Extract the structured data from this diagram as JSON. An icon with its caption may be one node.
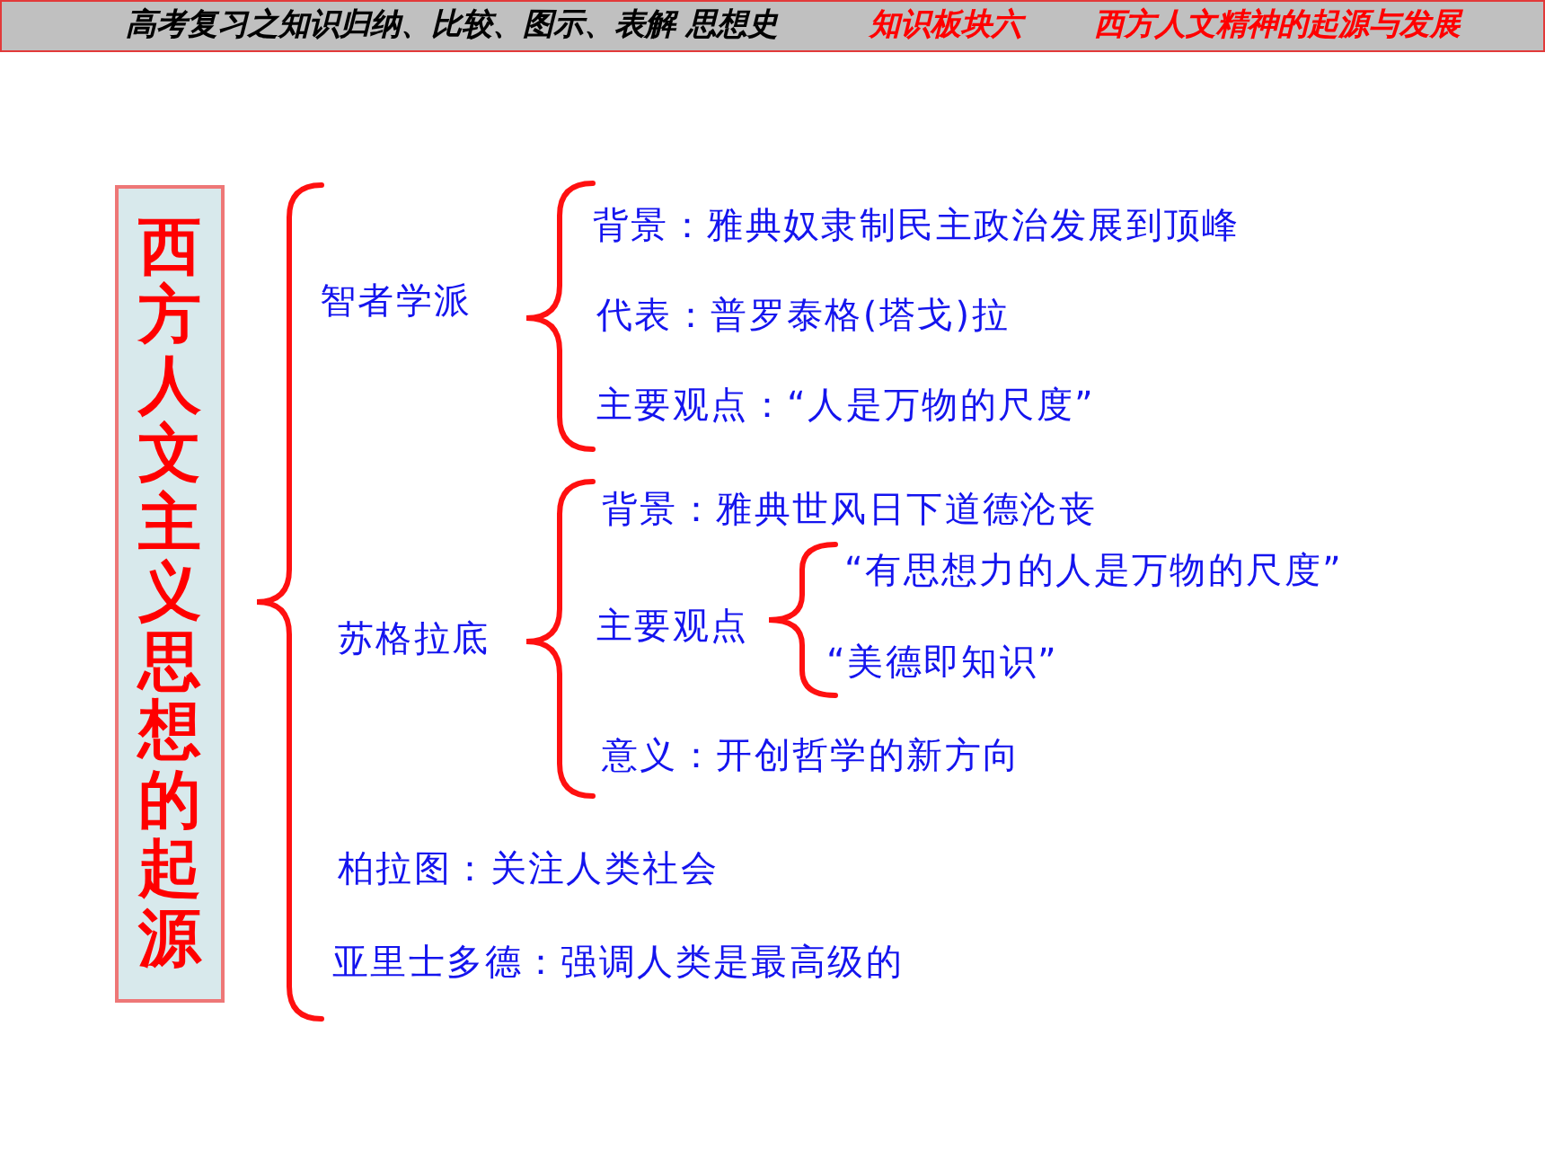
{
  "diagram": {
    "nodes": [
      {
        "text": [
          "高考复习之知识归纳、比较、图示、表解 思想史",
          "知识板块六",
          "西方人文精神的起源与发展"
        ]
      },
      {
        "text": [
          "西方人文主义思想的起源"
        ]
      }
    ],
    "labels": [
      "智者学派",
      "背景：雅典奴隶制民主政治发展到顶峰",
      "代表：普罗泰格(塔戈)拉",
      "主要观点：“人是万物的尺度”",
      "苏格拉底",
      "背景：雅典世风日下道德沦丧",
      "主要观点",
      "“有思想力的人是万物的尺度”",
      "“美德即知识”",
      "意义：开创哲学的新方向",
      "柏拉图：关注人类社会",
      "亚里士多德：强调人类是最高级的"
    ]
  }
}
